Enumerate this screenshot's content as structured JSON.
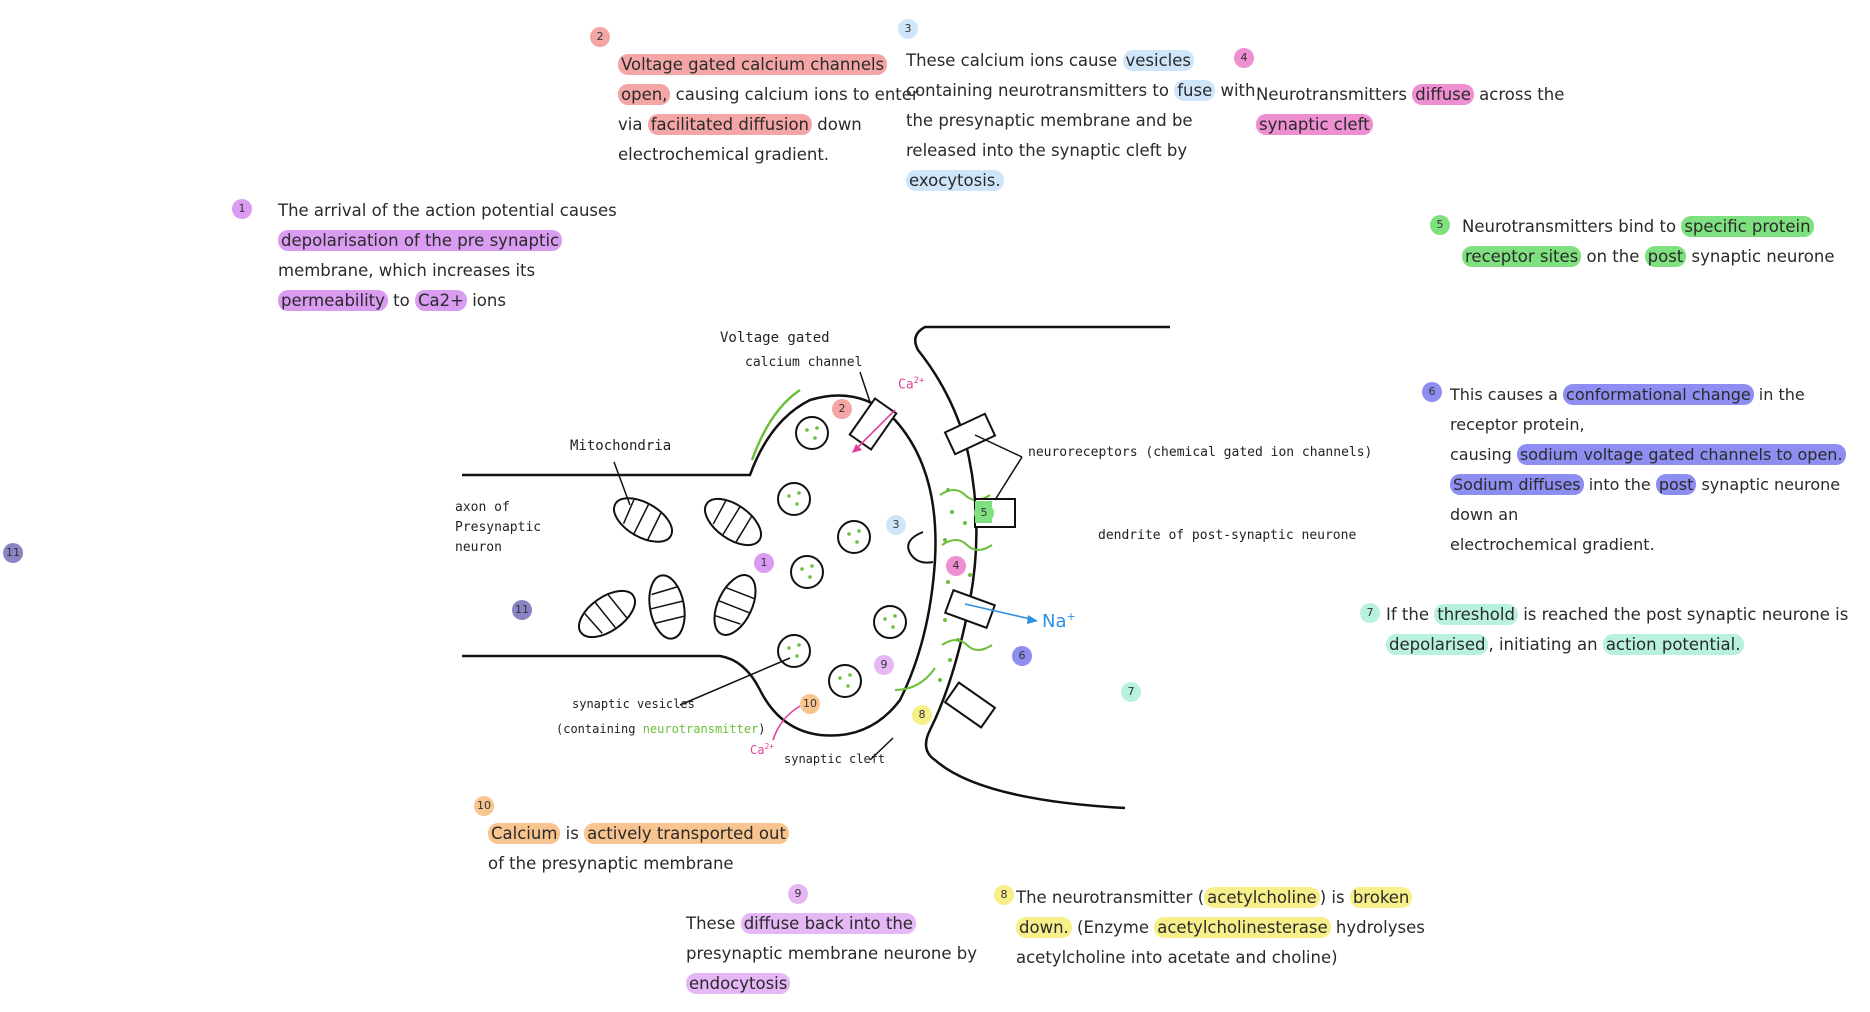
{
  "colors": {
    "c1": "#d99cf0",
    "c2": "#f4a6a6",
    "c3": "#cfe6fa",
    "c4": "#ee8fd2",
    "c5": "#7fe07f",
    "c6": "#8d8df2",
    "c7": "#b8f2df",
    "c8": "#f6ef8a",
    "c9": "#e5b8f5",
    "c10": "#f8c48f",
    "c11": "#8a84c4",
    "green": "#6cbf3a",
    "pink": "#e0409a",
    "blue": "#2f8fe0"
  },
  "badges": {
    "b1": "1",
    "b2": "2",
    "b3": "3",
    "b4": "4",
    "b5": "5",
    "b6": "6",
    "b7": "7",
    "b8": "8",
    "b9": "9",
    "b10": "10",
    "b11": "11"
  },
  "note1": {
    "l1": "The arrival of the action potential causes",
    "h1": "depolarisation of the pre synaptic",
    "l2": "membrane, which increases its",
    "h2": "permeability",
    "t2": " to ",
    "h3": "Ca2+",
    "t3": " ions"
  },
  "note2": {
    "h1": "Voltage gated calcium channels",
    "h2": "open,",
    "t1": " causing calcium ions to enter",
    "t2": "via ",
    "h3": "facilitated diffusion",
    "t3": " down",
    "t4": "electrochemical gradient."
  },
  "note3": {
    "t1": "These calcium ions cause ",
    "h1": "vesicles",
    "t2": "containing neurotransmitters to ",
    "h2": "fuse",
    "t3": " with",
    "t4": "the presynaptic membrane and be",
    "t5": "released into the synaptic cleft by",
    "h3": "exocytosis."
  },
  "note4": {
    "t1": "Neurotransmitters ",
    "h1": "diffuse",
    "t2": " across the",
    "h2": "synaptic cleft"
  },
  "note5": {
    "t1": "Neurotransmitters bind to ",
    "h1": "specific protein",
    "h2": "receptor sites",
    "t2": " on the ",
    "h3": "post",
    "t3": " synaptic neurone"
  },
  "note6": {
    "t1": "This causes a ",
    "h1": "conformational change",
    "t2": " in the receptor protein,",
    "t3": "causing ",
    "h2": "sodium voltage gated channels to open.",
    "h3": "Sodium diffuses",
    "t4": " into the ",
    "h4": "post",
    "t5": " synaptic neurone down an",
    "t6": "electrochemical gradient."
  },
  "note7": {
    "t1": "If the ",
    "h1": "threshold",
    "t2": " is reached the post synaptic neurone is",
    "h2": "depolarised",
    "t3": ", initiating an ",
    "h3": "action potential."
  },
  "note8": {
    "t1": "The neurotransmitter (",
    "h1": "acetylcholine",
    "t2": ") is ",
    "h2": "broken",
    "h3": "down.",
    "t3": " (Enzyme ",
    "h4": "acetylcholinesterase",
    "t4": " hydrolyses",
    "t5": "acetylcholine into acetate and choline)"
  },
  "note9": {
    "t1": "These ",
    "h1": "diffuse back into the",
    "t2": "presynaptic membrane neurone by",
    "h2": "endocytosis"
  },
  "note10": {
    "h1": "Calcium",
    "t1": " is ",
    "h2": "actively transported out",
    "t2": "of the presynaptic membrane"
  },
  "labels": {
    "vgcc1": "Voltage gated",
    "vgcc2": "calcium channel",
    "mito": "Mitochondria",
    "axon1": "axon of",
    "axon2": "Presynaptic",
    "axon3": "neuron",
    "neuroreceptors": "neuroreceptors (chemical gated ion channels)",
    "dendrite": "dendrite of post-synaptic neurone",
    "vesicles1": "synaptic vesicles",
    "vesicles2a": "(containing ",
    "vesicles2b": "neurotransmitter",
    "vesicles2c": ")",
    "cleft": "synaptic cleft",
    "ca_top": "Ca",
    "ca_top_sup": "2+",
    "ca_bottom": "Ca",
    "ca_bottom_sup": "2+",
    "na": "Na",
    "na_sup": "+"
  }
}
